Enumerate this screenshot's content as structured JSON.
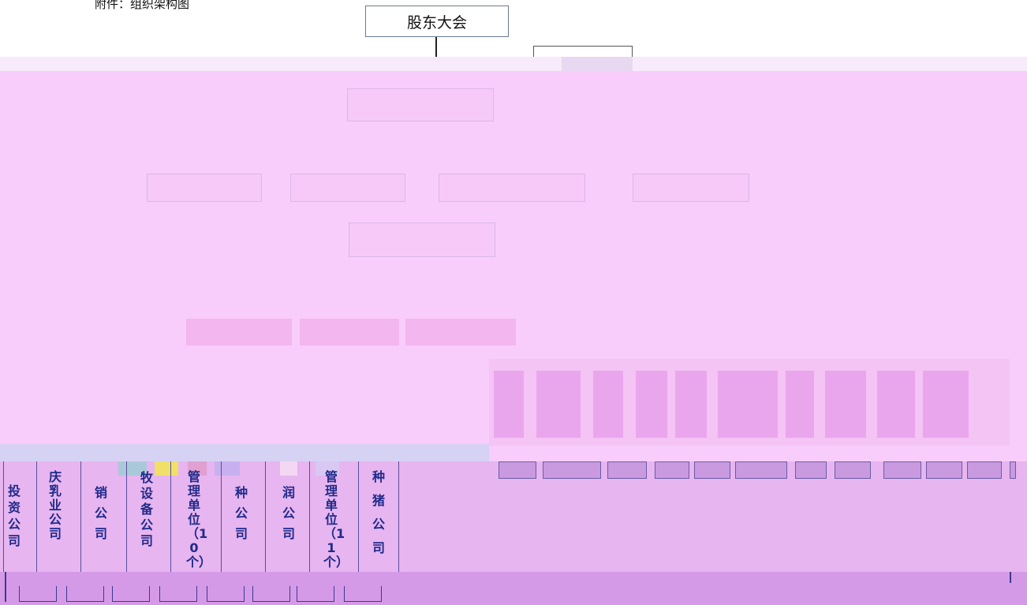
{
  "document": {
    "caption": "附件：组织架构图",
    "top_node": "股东大会"
  },
  "units": [
    {
      "text": "投资公司"
    },
    {
      "text": "庆乳业公司"
    },
    {
      "text": "销公司"
    },
    {
      "text": "牧设备公司"
    },
    {
      "text": "管理单位（10个）"
    },
    {
      "text": "种公司"
    },
    {
      "text": "润公司"
    },
    {
      "text": "管理单位（11个）"
    },
    {
      "text": "种猪公司"
    }
  ],
  "colors": {
    "main_band": "#f9cdfb",
    "lower_band": "#e7b5ef",
    "bottom_band": "#d59ae7",
    "text": "#1f2a8a"
  }
}
